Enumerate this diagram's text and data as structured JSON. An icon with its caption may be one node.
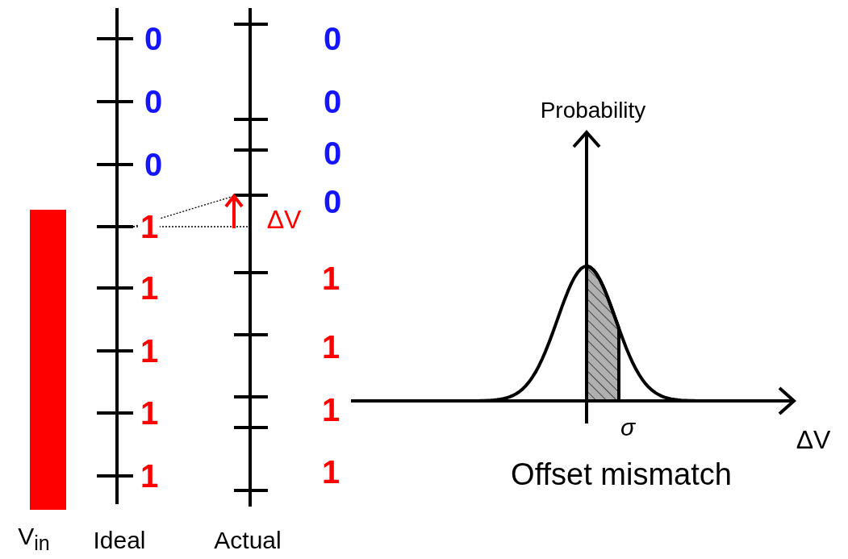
{
  "diagram": {
    "labels": [
      "0",
      "0",
      "0",
      "1",
      "1",
      "1",
      "1",
      "1",
      "0",
      "0",
      "0",
      "0",
      "1",
      "1",
      "1",
      "1",
      "ΔV",
      "Probability",
      "σ",
      "ΔV",
      "Offset mismatch",
      "V$_{in}$",
      "Ideal",
      "Actual"
    ]
  }
}
